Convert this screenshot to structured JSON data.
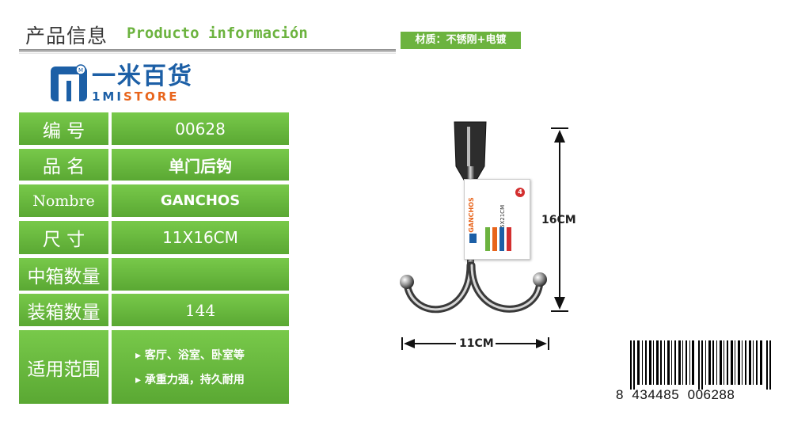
{
  "header": {
    "title_cn": "产品信息",
    "title_es": "Producto información",
    "material": "材质：不锈刚+电镀"
  },
  "logo": {
    "name_cn": "一米百货",
    "name_en_prefix": "1MI",
    "name_en_suffix": "STORE",
    "mark_icon": "1m-logo-icon"
  },
  "spec_table": [
    {
      "label": "编 号",
      "value": "00628"
    },
    {
      "label": "品 名",
      "value": "单门后钩"
    },
    {
      "label": "Nombre",
      "value": "GANCHOS"
    },
    {
      "label": "尺 寸",
      "value": "11X16CM"
    },
    {
      "label": "中箱数量",
      "value": ""
    },
    {
      "label": "装箱数量",
      "value": "144"
    },
    {
      "label": "适用范围",
      "value": ""
    }
  ],
  "usage": {
    "line1": "▸ 客厅、浴室、卧室等",
    "line2": "▸ 承重力强，持久耐用"
  },
  "dimensions": {
    "height": "16CM",
    "width": "11CM"
  },
  "packaging_card": {
    "product": "GANCHOS",
    "size": "15.5X21CM",
    "count": "4"
  },
  "barcode": {
    "lead": "8",
    "group1": "434485",
    "group2": "006288"
  },
  "colors": {
    "accent_green": "#6cb33f",
    "brand_blue": "#1c5fa6",
    "brand_orange": "#e8641b"
  }
}
